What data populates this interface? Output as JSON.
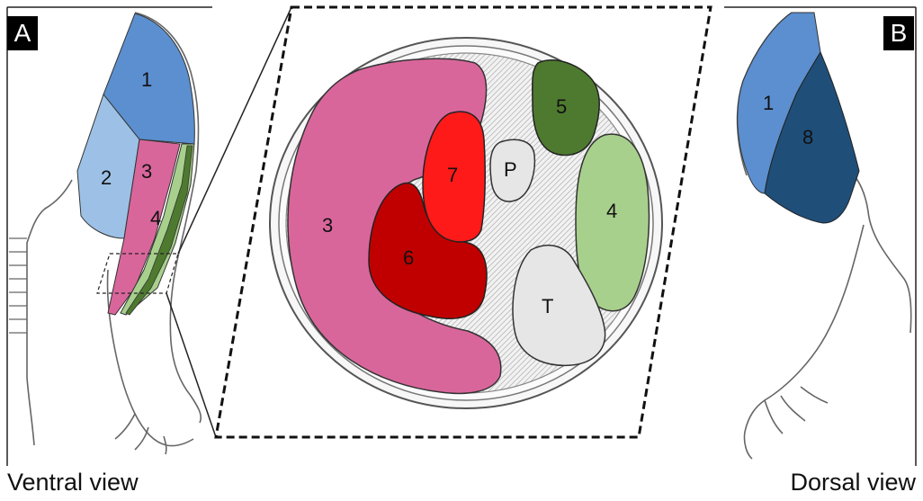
{
  "panels": {
    "left": {
      "tag": "A",
      "caption": "Ventral view"
    },
    "right": {
      "tag": "B",
      "caption": "Dorsal view"
    }
  },
  "ventral_labels": {
    "m1": "1",
    "m2": "2",
    "m3": "3",
    "m4": "4"
  },
  "dorsal_labels": {
    "m1": "1",
    "m8": "8"
  },
  "cross_section_labels": {
    "m3": "3",
    "m4": "4",
    "m5": "5",
    "m6": "6",
    "m7": "7",
    "p": "P",
    "t": "T"
  },
  "colors": {
    "m1": "#5b8fcf",
    "m2": "#9dc1e6",
    "m3": "#d9669b",
    "m4": "#a8d08d",
    "m5": "#4e7a2f",
    "m6": "#c00000",
    "m7": "#ff1a1a",
    "m8": "#1f4e79",
    "bone": "#e6e6e6"
  }
}
